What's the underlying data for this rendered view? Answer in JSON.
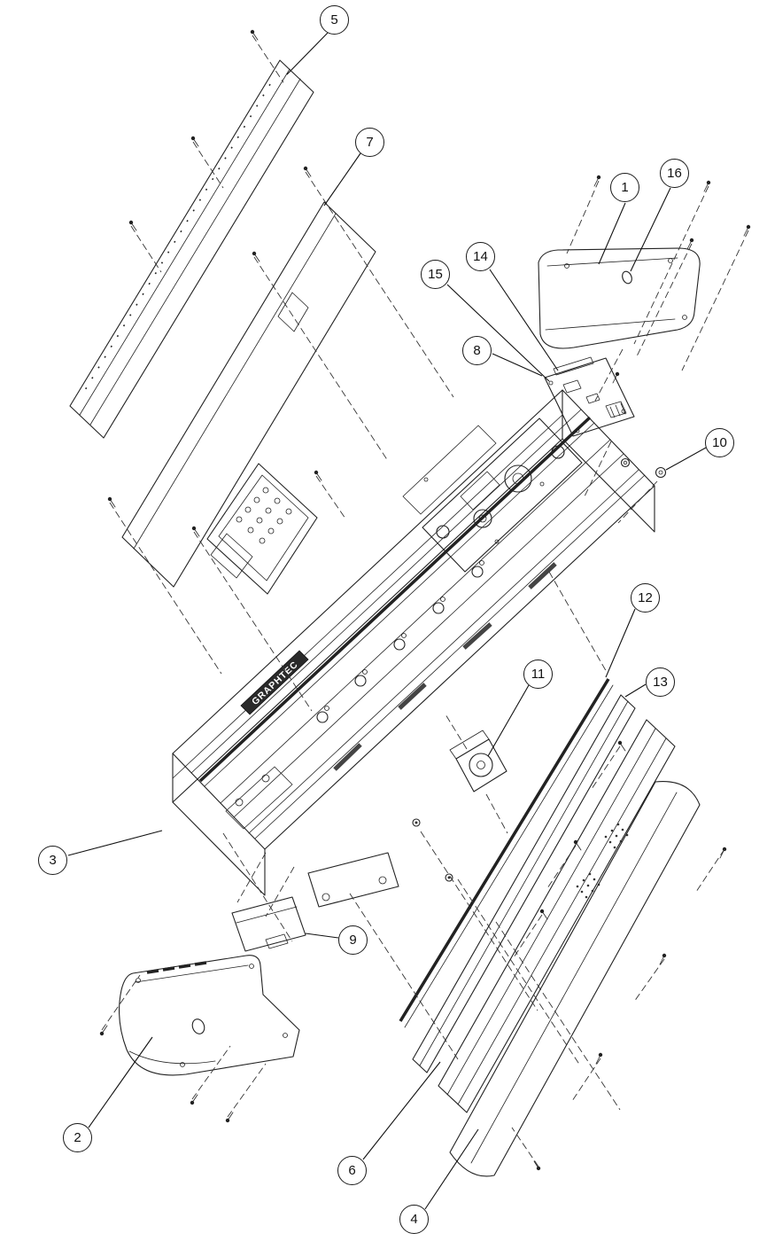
{
  "diagram": {
    "brand": "GRAPHTEC",
    "callouts": [
      {
        "label": "1"
      },
      {
        "label": "2"
      },
      {
        "label": "3"
      },
      {
        "label": "4"
      },
      {
        "label": "5"
      },
      {
        "label": "6"
      },
      {
        "label": "7"
      },
      {
        "label": "8"
      },
      {
        "label": "9"
      },
      {
        "label": "10"
      },
      {
        "label": "11"
      },
      {
        "label": "12"
      },
      {
        "label": "13"
      },
      {
        "label": "14"
      },
      {
        "label": "15"
      },
      {
        "label": "16"
      }
    ]
  }
}
